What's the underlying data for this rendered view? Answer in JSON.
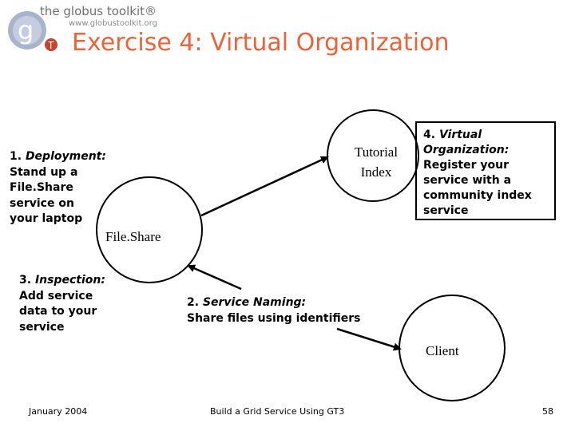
{
  "logo": {
    "title": "the globus toolkit®",
    "url": "www.globustoolkit.org"
  },
  "slide": {
    "title": "Exercise 4: Virtual Organization"
  },
  "nodes": {
    "tutorial_index": "Tutorial Index",
    "fileshare": "File.Share",
    "client": "Client"
  },
  "steps": [
    {
      "number": "1.",
      "lead": "Deployment:",
      "rest": "Stand up a\nFile.Share\nservice on\nyour laptop"
    },
    {
      "number": "2.",
      "lead": "Service Naming:",
      "rest": "Share files using identifiers"
    },
    {
      "number": "3.",
      "lead": "Inspection:",
      "rest": "Add service\ndata to your\nservice"
    },
    {
      "number": "4.",
      "lead": "Virtual Organization:",
      "rest": "Register your\nservice with a\ncommunity index\nservice"
    }
  ],
  "footer": {
    "date": "January 2004",
    "center": "Build a Grid Service Using GT3",
    "page": "58"
  },
  "colors": {
    "title": "#e8643c",
    "logo_circle": "#a9b4cc",
    "logo_badge": "#c8442a",
    "arrow": "#000000"
  }
}
